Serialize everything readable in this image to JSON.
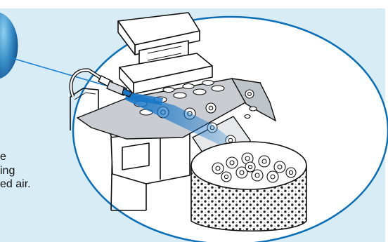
{
  "caption": {
    "lines": [
      "e",
      "ing",
      "ed air."
    ]
  },
  "colors": {
    "panel_background": "#d8ecf6",
    "ellipse_outline": "#0b6fb8",
    "air_blast": "#1877c9",
    "pointer_line": "#1a7fd0"
  }
}
